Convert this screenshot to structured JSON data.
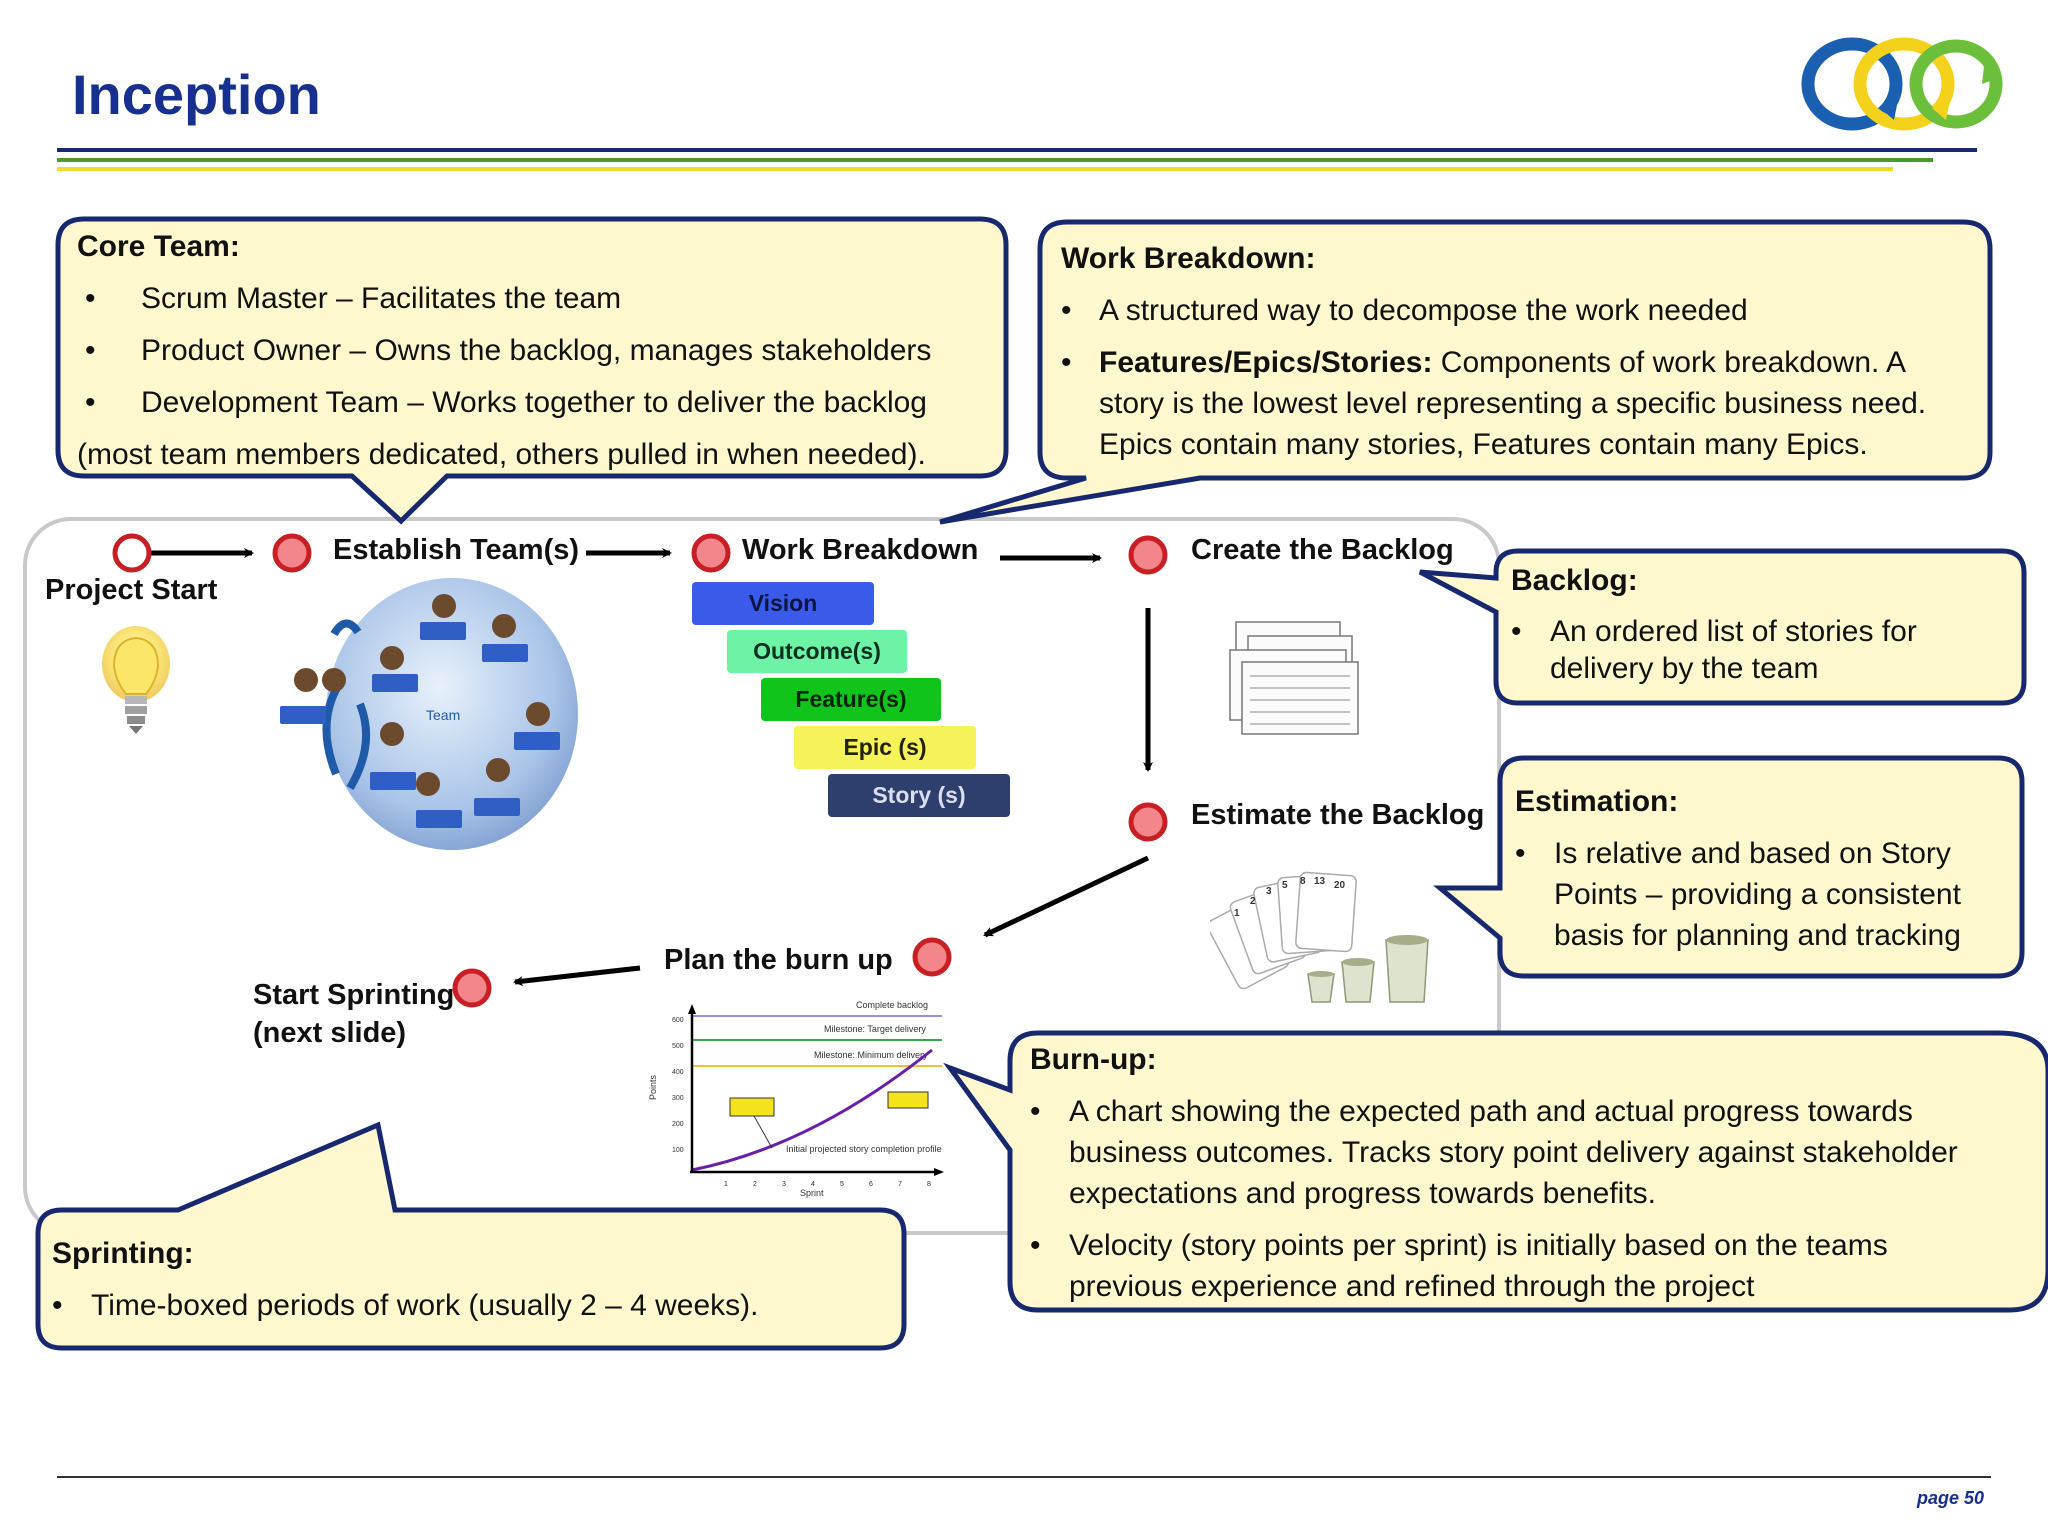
{
  "title": "Inception",
  "core_team": {
    "heading": "Core Team:",
    "items": [
      "Scrum Master – Facilitates the team",
      "Product Owner – Owns the backlog, manages stakeholders",
      "Development Team – Works together to deliver the backlog"
    ],
    "note": "(most team members dedicated, others pulled in when needed)."
  },
  "work_breakdown_callout": {
    "heading": "Work Breakdown:",
    "item1": "A structured way to decompose the work needed",
    "item2_bold": "Features/Epics/Stories:",
    "item2_line1": " Components of work breakdown. A",
    "item2_line2": "story is the lowest level representing a specific business need.",
    "item2_line3": "Epics contain many stories, Features contain many Epics."
  },
  "backlog_callout": {
    "heading": "Backlog:",
    "line1": "An ordered list of stories for",
    "line2": "delivery by the team"
  },
  "estimation_callout": {
    "heading": "Estimation:",
    "line1": "Is relative and based on Story",
    "line2": "Points – providing a consistent",
    "line3": "basis for planning and tracking"
  },
  "burnup_callout": {
    "heading": "Burn-up:",
    "item1_line1": "A chart showing the expected path and actual progress towards",
    "item1_line2": "business outcomes. Tracks story point delivery against stakeholder",
    "item1_line3": "expectations and progress towards benefits.",
    "item2_line1": "Velocity (story points per sprint) is initially based on the teams",
    "item2_line2": "previous experience and refined through the project"
  },
  "sprinting_callout": {
    "heading": "Sprinting:",
    "item1": "Time-boxed periods of work (usually 2 – 4 weeks)."
  },
  "bullet_char": "•",
  "steps": {
    "project_start": "Project Start",
    "establish_teams": "Establish Team(s)",
    "work_breakdown": "Work Breakdown",
    "create_backlog": "Create the Backlog",
    "estimate_backlog": "Estimate the Backlog",
    "plan_burnup": "Plan the burn up",
    "start_sprinting_line1": "Start Sprinting",
    "start_sprinting_line2": "(next slide)"
  },
  "team_label": "Team",
  "hierarchy": [
    {
      "label": "Vision",
      "bg": "#3a5bea",
      "fg": "#0b1640"
    },
    {
      "label": "Outcome(s)",
      "bg": "#6ef2a6",
      "fg": "#0b3020"
    },
    {
      "label": "Feature(s)",
      "bg": "#10c41c",
      "fg": "#04240a"
    },
    {
      "label": "Epic (s)",
      "bg": "#f6f25a",
      "fg": "#222200"
    },
    {
      "label": "Story (s)",
      "bg": "#2e3f6e",
      "fg": "#d9def0"
    }
  ],
  "burnup_chart": {
    "labels": {
      "complete_backlog": "Complete backlog",
      "milestone_target": "Milestone: Target delivery",
      "milestone_min": "Milestone: Minimum delivery",
      "initial_profile": "Initial projected story completion profile",
      "y_axis": "Points",
      "x_axis": "Sprint"
    },
    "y_ticks": [
      "100",
      "200",
      "300",
      "400",
      "500",
      "600"
    ],
    "x_ticks": [
      "1",
      "2",
      "3",
      "4",
      "5",
      "6",
      "7",
      "8"
    ]
  },
  "estimation_cards": [
    "1",
    "2",
    "3",
    "5",
    "8",
    "13",
    "20"
  ],
  "colors": {
    "callout_fill": "#fff8cf",
    "callout_border": "#17286e",
    "title": "#17308f",
    "node_fill": "#f2868a",
    "node_border": "#c81e24"
  },
  "page_number": "page 50"
}
